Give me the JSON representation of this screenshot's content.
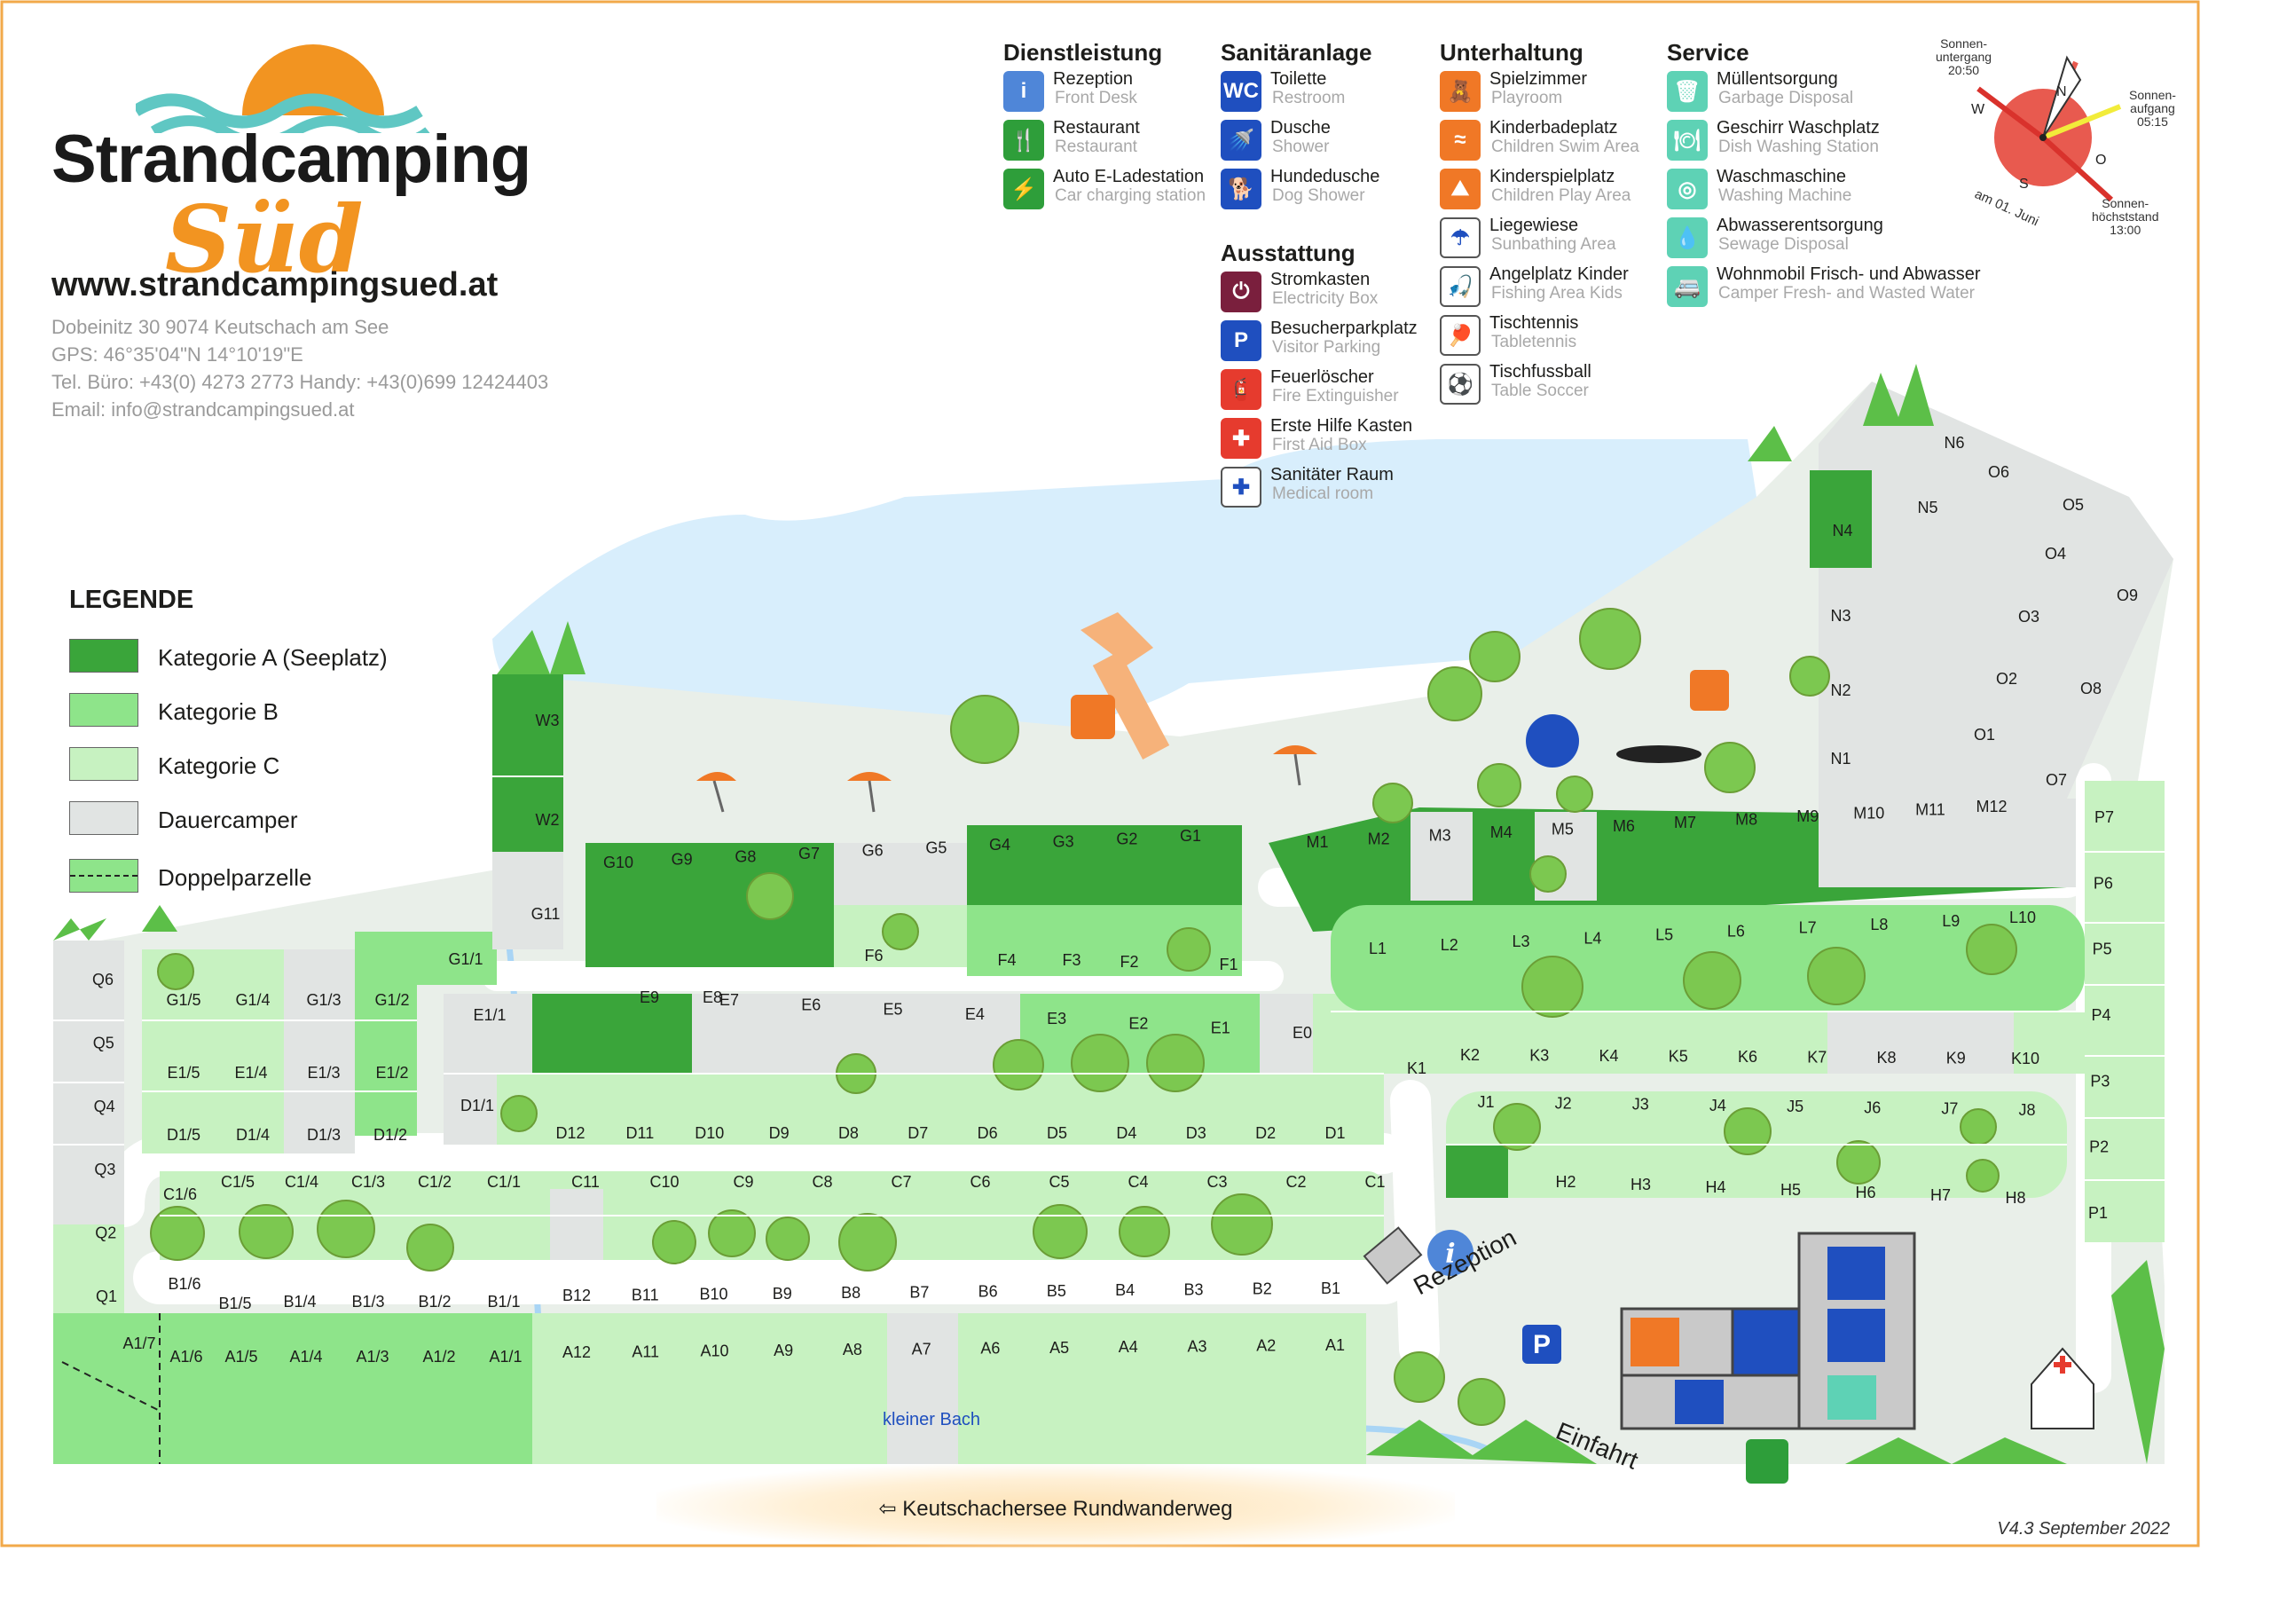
{
  "brand": {
    "name_line1": "Strandcamping",
    "name_line2": "Süd"
  },
  "contact": {
    "website": "www.strandcampingsued.at",
    "address": "Dobeinitz 30 9074 Keutschach am See",
    "gps": "GPS: 46°35'04\"N 14°10'19\"E",
    "phone": "Tel. Büro: +43(0) 4273 2773 Handy: +43(0)699 12424403",
    "email": "Email: info@strandcampingsued.at"
  },
  "legend": {
    "title": "LEGENDE",
    "items": [
      {
        "label": "Kategorie A (Seeplatz)",
        "color": "#3aa53a"
      },
      {
        "label": "Kategorie B",
        "color": "#8ee48a"
      },
      {
        "label": "Kategorie C",
        "color": "#c7f2c1"
      },
      {
        "label": "Dauercamper",
        "color": "#e1e4e3"
      },
      {
        "label": "Doppelparzelle",
        "color": "#8ee48a"
      }
    ]
  },
  "services": {
    "dienst": {
      "title": "Dienstleistung",
      "items": [
        {
          "de": "Rezeption",
          "en": "Front Desk",
          "icon": "info-icon",
          "glyph": "i",
          "color": "#4f86d8"
        },
        {
          "de": "Restaurant",
          "en": "Restaurant",
          "icon": "restaurant-icon",
          "glyph": "🍴",
          "color": "#2e9e3a"
        },
        {
          "de": "Auto E-Ladestation",
          "en": "Car charging station",
          "icon": "ev-charging-icon",
          "glyph": "⚡",
          "color": "#2e9e3a"
        }
      ]
    },
    "sanitaer": {
      "title": "Sanitäranlage",
      "items": [
        {
          "de": "Toilette",
          "en": "Restroom",
          "icon": "wc-icon",
          "glyph": "WC",
          "color": "#1f4fbf"
        },
        {
          "de": "Dusche",
          "en": "Shower",
          "icon": "shower-icon",
          "glyph": "🚿",
          "color": "#1f4fbf"
        },
        {
          "de": "Hundedusche",
          "en": "Dog Shower",
          "icon": "dog-shower-icon",
          "glyph": "🐕",
          "color": "#1f4fbf"
        }
      ]
    },
    "ausstattung": {
      "title": "Ausstattung",
      "items": [
        {
          "de": "Stromkasten",
          "en": "Electricity Box",
          "icon": "power-plug-icon",
          "glyph": "⏻",
          "color": "#7a1f3d"
        },
        {
          "de": "Besucherparkplatz",
          "en": "Visitor Parking",
          "icon": "parking-icon",
          "glyph": "P",
          "color": "#1f4fbf"
        },
        {
          "de": "Feuerlöscher",
          "en": "Fire Extinguisher",
          "icon": "fire-extinguisher-icon",
          "glyph": "🧯",
          "color": "#e63b2e"
        },
        {
          "de": "Erste Hilfe Kasten",
          "en": "First Aid Box",
          "icon": "first-aid-icon",
          "glyph": "✚",
          "color": "#e63b2e"
        },
        {
          "de": "Sanitäter Raum",
          "en": "Medical room",
          "icon": "medical-room-icon",
          "glyph": "✚",
          "color": "#ffffff"
        }
      ]
    },
    "unterhaltung": {
      "title": "Unterhaltung",
      "items": [
        {
          "de": "Spielzimmer",
          "en": "Playroom",
          "icon": "teddy-bear-icon",
          "glyph": "🧸",
          "color": "#f07826"
        },
        {
          "de": "Kinderbadeplatz",
          "en": "Children Swim Area",
          "icon": "swim-area-icon",
          "glyph": "≈",
          "color": "#f07826"
        },
        {
          "de": "Kinderspielplatz",
          "en": "Children Play Area",
          "icon": "slide-icon",
          "glyph": "⛰",
          "color": "#f07826"
        },
        {
          "de": "Liegewiese",
          "en": "Sunbathing Area",
          "icon": "umbrella-icon",
          "glyph": "☂",
          "color": "#ffffff"
        },
        {
          "de": "Angelplatz Kinder",
          "en": "Fishing Area Kids",
          "icon": "fishing-icon",
          "glyph": "🎣",
          "color": "#ffffff"
        },
        {
          "de": "Tischtennis",
          "en": "Tabletennis",
          "icon": "table-tennis-icon",
          "glyph": "🏓",
          "color": "#ffffff"
        },
        {
          "de": "Tischfussball",
          "en": "Table Soccer",
          "icon": "table-soccer-icon",
          "glyph": "⚽",
          "color": "#ffffff"
        }
      ]
    },
    "service": {
      "title": "Service",
      "items": [
        {
          "de": "Müllentsorgung",
          "en": "Garbage Disposal",
          "icon": "trash-icon",
          "glyph": "🗑",
          "color": "#5ed2b5"
        },
        {
          "de": "Geschirr Waschplatz",
          "en": "Dish Washing Station",
          "icon": "dish-wash-icon",
          "glyph": "🍽",
          "color": "#5ed2b5"
        },
        {
          "de": "Waschmaschine",
          "en": "Washing Machine",
          "icon": "washing-machine-icon",
          "glyph": "◎",
          "color": "#5ed2b5"
        },
        {
          "de": "Abwasserentsorgung",
          "en": "Sewage Disposal",
          "icon": "water-drop-icon",
          "glyph": "💧",
          "color": "#5ed2b5"
        },
        {
          "de": "Wohnmobil Frisch- und Abwasser",
          "en": "Camper Fresh- and Wasted Water",
          "icon": "camper-water-icon",
          "glyph": "🚐",
          "color": "#5ed2b5"
        }
      ]
    }
  },
  "compass": {
    "sunset": "Sonnen-\nuntergang\n20:50",
    "sunrise": "Sonnen-\naufgang\n05:15",
    "noon": "Sonnen-\nhöchststand\n13:00",
    "date": "am 01. Juni",
    "n": "N",
    "s": "S",
    "w": "W",
    "o": "O"
  },
  "labels": {
    "reception": "Rezeption",
    "entrance": "Einfahrt",
    "stream": "kleiner Bach",
    "trail": "Keutschachersee Rundwanderweg",
    "version": "V4.3 September 2022"
  },
  "colors": {
    "lake": "#d8eefc",
    "road": "#ffffff",
    "catA": "#3aa53a",
    "catB": "#8ee48a",
    "catC": "#c7f2c1",
    "perm": "#e1e4e3",
    "border": "#f2a94a"
  },
  "pitch_rows": [
    {
      "row": "A",
      "labels": [
        "A1/7",
        "A1/6",
        "A1/5",
        "A1/4",
        "A1/3",
        "A1/2",
        "A1/1",
        "A12",
        "A11",
        "A10",
        "A9",
        "A8",
        "A7",
        "A6",
        "A5",
        "A4",
        "A3",
        "A2",
        "A1"
      ]
    },
    {
      "row": "B",
      "labels": [
        "B1/6",
        "B1/5",
        "B1/4",
        "B1/3",
        "B1/2",
        "B1/1",
        "B12",
        "B11",
        "B10",
        "B9",
        "B8",
        "B7",
        "B6",
        "B5",
        "B4",
        "B3",
        "B2",
        "B1"
      ]
    },
    {
      "row": "C",
      "labels": [
        "C1/6",
        "C1/5",
        "C1/4",
        "C1/3",
        "C1/2",
        "C1/1",
        "C11",
        "C10",
        "C9",
        "C8",
        "C7",
        "C6",
        "C5",
        "C4",
        "C3",
        "C2",
        "C1"
      ]
    },
    {
      "row": "D",
      "labels": [
        "D1/5",
        "D1/4",
        "D1/3",
        "D1/2",
        "D1/1",
        "D12",
        "D11",
        "D10",
        "D9",
        "D8",
        "D7",
        "D6",
        "D5",
        "D4",
        "D3",
        "D2",
        "D1"
      ]
    },
    {
      "row": "E",
      "labels": [
        "E1/5",
        "E1/4",
        "E1/3",
        "E1/2",
        "E1/1",
        "E9",
        "E8",
        "E7",
        "E6",
        "E5",
        "E4",
        "E3",
        "E2",
        "E1",
        "E0"
      ]
    },
    {
      "row": "F",
      "labels": [
        "F6",
        "F4",
        "F3",
        "F2",
        "F1"
      ]
    },
    {
      "row": "G",
      "labels": [
        "G1/5",
        "G1/4",
        "G1/3",
        "G1/2",
        "G1/1",
        "G11",
        "G10",
        "G9",
        "G8",
        "G7",
        "G6",
        "G5",
        "G4",
        "G3",
        "G2",
        "G1"
      ]
    },
    {
      "row": "W",
      "labels": [
        "W3",
        "W2"
      ]
    },
    {
      "row": "Q",
      "labels": [
        "Q6",
        "Q5",
        "Q4",
        "Q3",
        "Q2",
        "Q1"
      ]
    },
    {
      "row": "M",
      "labels": [
        "M1",
        "M2",
        "M3",
        "M4",
        "M5",
        "M6",
        "M7",
        "M8",
        "M9",
        "M10",
        "M11",
        "M12"
      ]
    },
    {
      "row": "L",
      "labels": [
        "L1",
        "L2",
        "L3",
        "L4",
        "L5",
        "L6",
        "L7",
        "L8",
        "L9",
        "L10"
      ]
    },
    {
      "row": "K",
      "labels": [
        "K1",
        "K2",
        "K3",
        "K4",
        "K5",
        "K6",
        "K7",
        "K8",
        "K9",
        "K10"
      ]
    },
    {
      "row": "J",
      "labels": [
        "J1",
        "J2",
        "J3",
        "J4",
        "J5",
        "J6",
        "J7",
        "J8"
      ]
    },
    {
      "row": "H",
      "labels": [
        "H2",
        "H3",
        "H4",
        "H5",
        "H6",
        "H7",
        "H8"
      ]
    },
    {
      "row": "N",
      "labels": [
        "N1",
        "N2",
        "N3",
        "N4",
        "N5",
        "N6"
      ]
    },
    {
      "row": "O",
      "labels": [
        "O1",
        "O2",
        "O3",
        "O4",
        "O5",
        "O6",
        "O7",
        "O8",
        "O9"
      ]
    },
    {
      "row": "P",
      "labels": [
        "P1",
        "P2",
        "P3",
        "P4",
        "P5",
        "P6",
        "P7"
      ]
    }
  ]
}
